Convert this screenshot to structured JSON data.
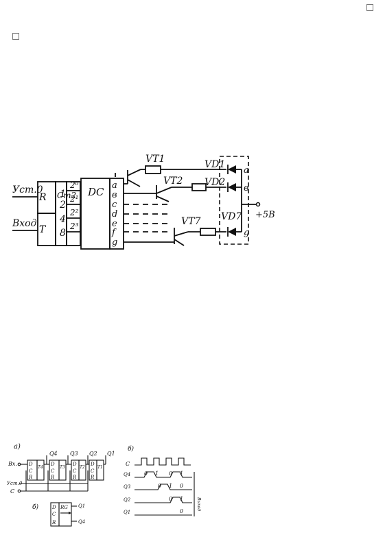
{
  "main": {
    "pins_in": {
      "reset": "Уст.0",
      "input": "Вход"
    },
    "counter": {
      "r": "R",
      "t": "T",
      "ct": "Ст2",
      "w": [
        "1",
        "2",
        "4",
        "8"
      ]
    },
    "bus": [
      "2⁰",
      "2¹",
      "2²",
      "2³"
    ],
    "decoder": {
      "label": "DC",
      "outputs": [
        "a",
        "в",
        "c",
        "d",
        "e",
        "f",
        "g"
      ]
    },
    "transistors": [
      "VT1",
      "VT2",
      "VT7"
    ],
    "diodes": [
      "VD1",
      "VD2",
      "VD7"
    ],
    "segments": [
      "a",
      "в",
      "g"
    ],
    "supply": "+5В"
  },
  "fig_a": {
    "label": "а)",
    "outs": [
      "Q4",
      "Q3",
      "Q2",
      "Q1"
    ],
    "in_label": "Вх.",
    "reset_label": "Уст.0",
    "clock_label": "C",
    "ffs": [
      {
        "d": "D",
        "c": "C",
        "r": "R",
        "t": "T4"
      },
      {
        "d": "D",
        "c": "C",
        "r": "R",
        "t": "T3"
      },
      {
        "d": "D",
        "c": "C",
        "r": "R",
        "t": "T2"
      },
      {
        "d": "D",
        "c": "C",
        "r": "R",
        "t": "T1"
      }
    ]
  },
  "fig_b": {
    "label": "б)",
    "d": "D",
    "c": "C",
    "r": "R",
    "rg": "RG",
    "q1": "Q1",
    "q4": "Q4"
  },
  "fig_timing": {
    "label": "б)",
    "rows": [
      "C",
      "Q4",
      "Q3",
      "Q2",
      "Q1"
    ],
    "q4": [
      "0",
      "1",
      "0",
      "1"
    ],
    "q3": [
      "0",
      "1",
      "0"
    ],
    "q2": [
      "0",
      "1"
    ],
    "q1": [
      "0"
    ],
    "side": "Выход"
  }
}
